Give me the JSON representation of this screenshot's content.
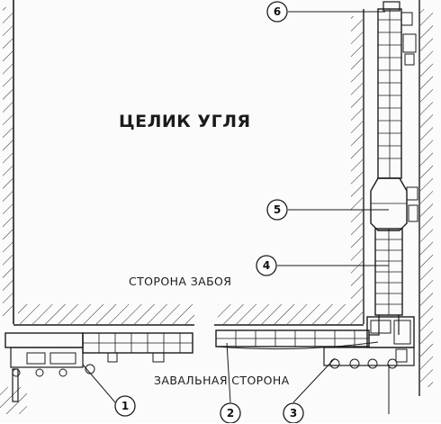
{
  "labels": {
    "coal_pillar": "ЦЕЛИК УГЛЯ",
    "face_side": "СТОРОНА ЗАБОЯ",
    "goaf_side": "ЗАВАЛЬНАЯ СТОРОНА"
  },
  "callouts": [
    "6",
    "5",
    "4",
    "1",
    "2",
    "3"
  ],
  "colors": {
    "ink": "#1b1b1b",
    "paper": "#fbfbfb"
  }
}
